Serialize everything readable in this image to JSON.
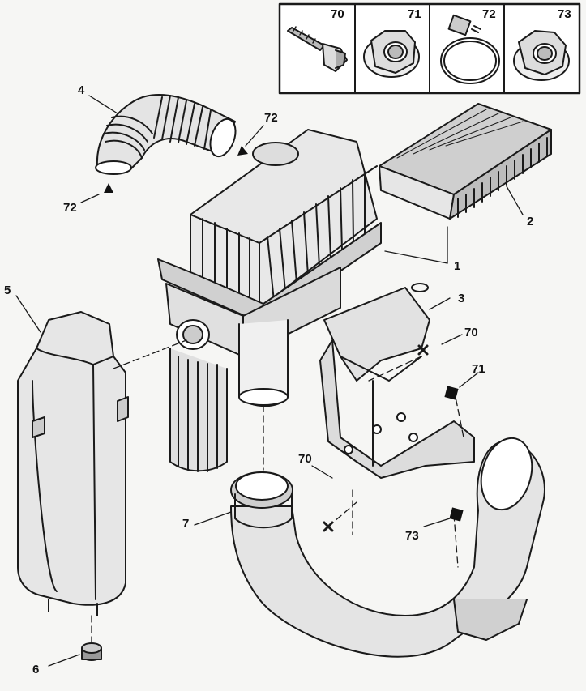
{
  "labels": {
    "l1": "1",
    "l2": "2",
    "l3": "3",
    "l4": "4",
    "l5": "5",
    "l6": "6",
    "l7": "7",
    "l70a": "70",
    "l70b": "70",
    "l71": "71",
    "l72a": "72",
    "l72b": "72",
    "l73": "73"
  },
  "key": {
    "k70": "70",
    "k71": "71",
    "k72": "72",
    "k73": "73"
  },
  "colors": {
    "ink": "#1a1a1a",
    "paper": "#f6f6f4",
    "shade": "#cfcfcf",
    "dark": "#555555"
  }
}
